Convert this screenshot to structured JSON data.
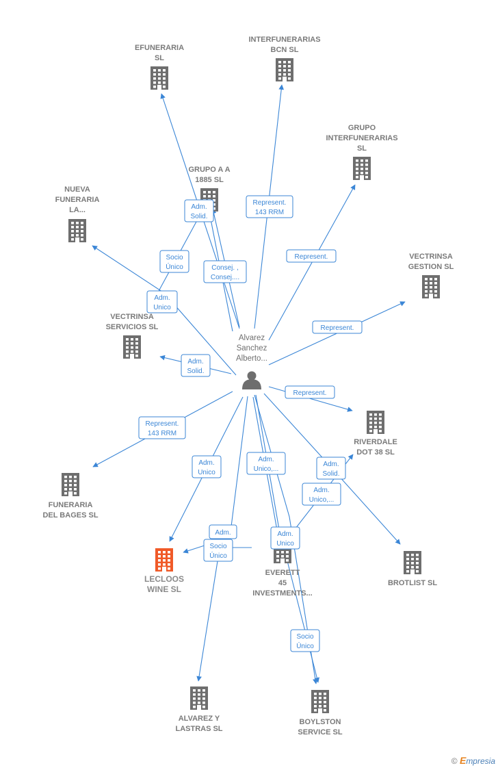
{
  "colors": {
    "edge": "#3b86d6",
    "company": "#6e6e6e",
    "company_highlight": "#f05a28",
    "label": "#7a7a7a",
    "brand_accent": "#e6821e"
  },
  "person": {
    "name_lines": [
      "Alvarez",
      "Sanchez",
      "Alberto..."
    ],
    "icon": "person-icon"
  },
  "companies": [
    {
      "id": "efuneraria",
      "lines": [
        "EFUNERARIA",
        "SL"
      ],
      "icon": "building-icon",
      "highlight": false
    },
    {
      "id": "interfunerarias",
      "lines": [
        "INTERFUNERARIAS",
        "BCN SL"
      ],
      "icon": "building-icon",
      "highlight": false
    },
    {
      "id": "grupo-interfunerarias",
      "lines": [
        "GRUPO",
        "INTERFUNERARIAS",
        "SL"
      ],
      "icon": "building-icon",
      "highlight": false
    },
    {
      "id": "grupo-a-a",
      "lines": [
        "GRUPO A A",
        "1885 SL"
      ],
      "icon": "building-icon",
      "highlight": false
    },
    {
      "id": "nueva-funeraria",
      "lines": [
        "NUEVA",
        "FUNERARIA",
        "LA..."
      ],
      "icon": "building-icon",
      "highlight": false
    },
    {
      "id": "vectrinsa-gestion",
      "lines": [
        "VECTRINSA",
        "GESTION SL"
      ],
      "icon": "building-icon",
      "highlight": false
    },
    {
      "id": "vectrinsa-servicios",
      "lines": [
        "VECTRINSA",
        "SERVICIOS SL"
      ],
      "icon": "building-icon",
      "highlight": false
    },
    {
      "id": "riverdale",
      "lines": [
        "RIVERDALE",
        "DOT 38 SL"
      ],
      "icon": "building-icon",
      "highlight": false
    },
    {
      "id": "funeraria-bages",
      "lines": [
        "FUNERARIA",
        "DEL BAGES SL"
      ],
      "icon": "building-icon",
      "highlight": false
    },
    {
      "id": "lecloos",
      "lines": [
        "LECLOOS",
        "WINE SL"
      ],
      "icon": "building-icon",
      "highlight": true
    },
    {
      "id": "everett",
      "lines": [
        "EVERETT",
        "45",
        "INVESTMENTS..."
      ],
      "icon": "building-icon",
      "highlight": false
    },
    {
      "id": "brotlist",
      "lines": [
        "BROTLIST SL"
      ],
      "icon": "building-icon",
      "highlight": false
    },
    {
      "id": "alvarez-lastras",
      "lines": [
        "ALVAREZ Y",
        "LASTRAS SL"
      ],
      "icon": "building-icon",
      "highlight": false
    },
    {
      "id": "boylston",
      "lines": [
        "BOYLSTON",
        "SERVICE SL"
      ],
      "icon": "building-icon",
      "highlight": false
    }
  ],
  "relations": [
    {
      "id": "r1",
      "lines": [
        "Adm.",
        "Solid."
      ]
    },
    {
      "id": "r2",
      "lines": [
        "Represent.",
        "143 RRM"
      ]
    },
    {
      "id": "r3",
      "lines": [
        "Consej. ,",
        "Consej...."
      ]
    },
    {
      "id": "r4",
      "lines": [
        "Socio",
        "Único"
      ]
    },
    {
      "id": "r5",
      "lines": [
        "Adm.",
        "Unico"
      ]
    },
    {
      "id": "r6",
      "lines": [
        "Represent."
      ]
    },
    {
      "id": "r7",
      "lines": [
        "Represent."
      ]
    },
    {
      "id": "r8",
      "lines": [
        "Adm.",
        "Solid."
      ]
    },
    {
      "id": "r9",
      "lines": [
        "Represent."
      ]
    },
    {
      "id": "r10",
      "lines": [
        "Represent.",
        "143 RRM"
      ]
    },
    {
      "id": "r11",
      "lines": [
        "Adm.",
        "Unico"
      ]
    },
    {
      "id": "r12",
      "lines": [
        "Adm.",
        "Unico,..."
      ]
    },
    {
      "id": "r13",
      "lines": [
        "Adm.",
        "Solid."
      ]
    },
    {
      "id": "r14",
      "lines": [
        "Adm.",
        "Unico,..."
      ]
    },
    {
      "id": "r15",
      "lines": [
        "Adm."
      ]
    },
    {
      "id": "r16",
      "lines": [
        "Socio",
        "Único"
      ]
    },
    {
      "id": "r17",
      "lines": [
        "Adm.",
        "Unico"
      ]
    },
    {
      "id": "r18",
      "lines": [
        "Socio",
        "Único"
      ]
    }
  ],
  "brand": {
    "copyright": "©",
    "e": "E",
    "rest": "mpresia"
  }
}
